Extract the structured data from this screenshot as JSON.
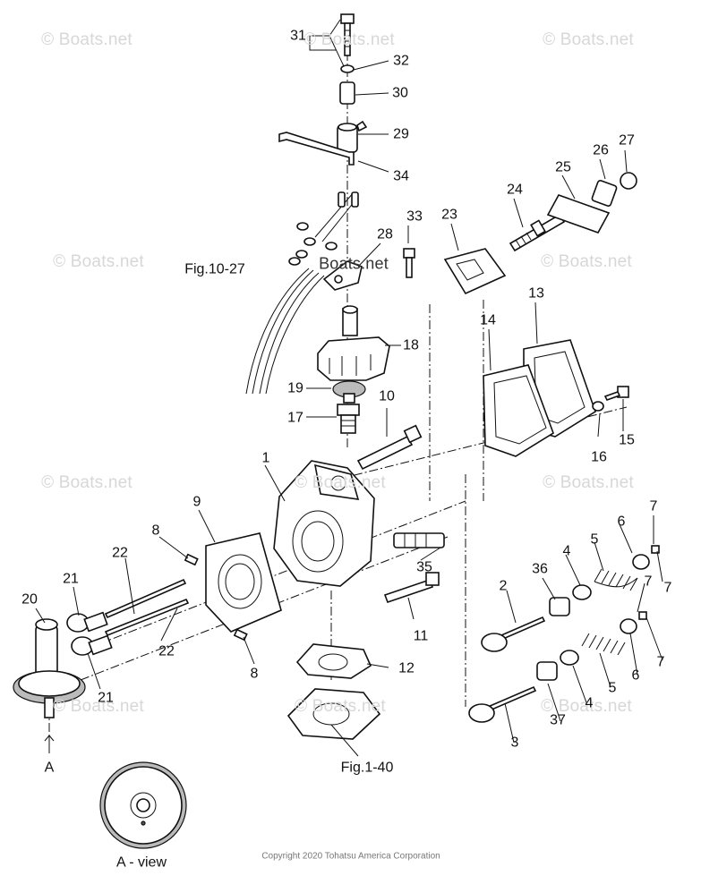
{
  "watermarks": [
    "© Boats.net",
    "© Boats.net",
    "© Boats.net",
    "© Boats.net",
    "© Boats.net",
    "© Boats.net",
    "© Boats.net",
    "© Boats.net",
    "© Boats.net",
    "© Boats.net",
    "© Boats.net",
    "Boats.net"
  ],
  "part_labels": [
    "1",
    "2",
    "3",
    "4",
    "4",
    "5",
    "5",
    "6",
    "6",
    "7",
    "7",
    "7",
    "7",
    "8",
    "8",
    "9",
    "10",
    "11",
    "12",
    "13",
    "14",
    "15",
    "16",
    "17",
    "18",
    "19",
    "20",
    "21",
    "21",
    "22",
    "22",
    "23",
    "24",
    "25",
    "26",
    "27",
    "28",
    "29",
    "30",
    "31",
    "32",
    "33",
    "34",
    "35",
    "36",
    "37"
  ],
  "references": {
    "fig_10_27": "Fig.10-27",
    "fig_1_40": "Fig.1-40",
    "view_marker": "A",
    "view_title": "A - view"
  },
  "copyright": "Copyright 2020 Tohatsu America Corporation"
}
